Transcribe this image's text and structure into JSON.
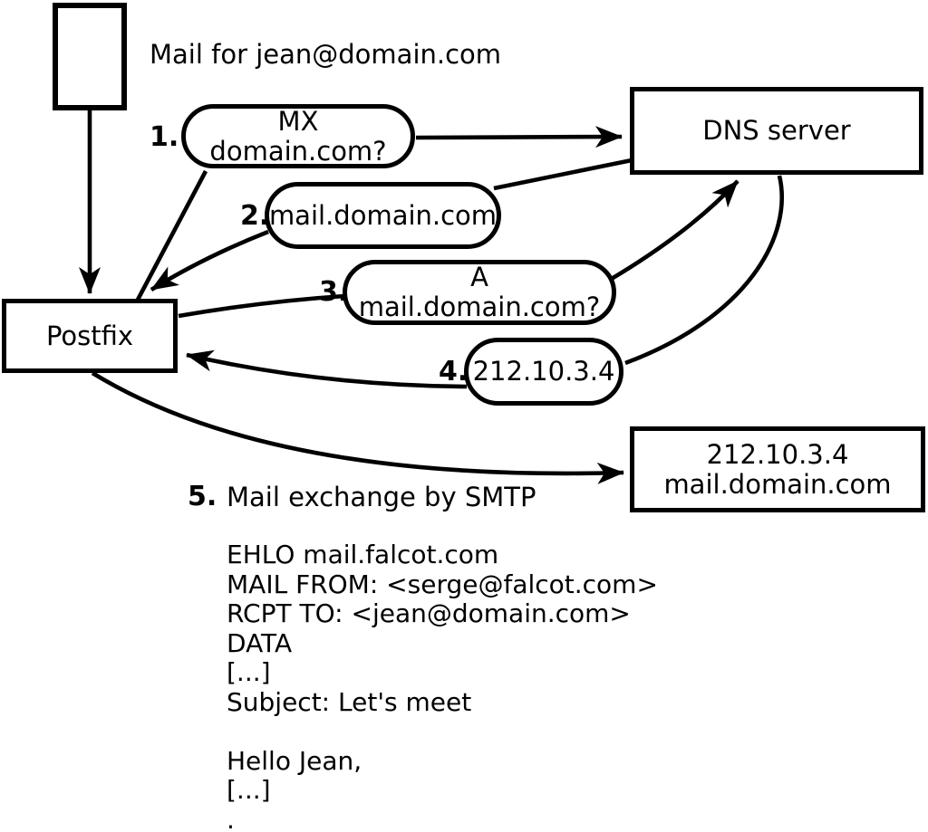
{
  "canvas": {
    "background": "#ffffff",
    "ink": "#000000"
  },
  "caption": "Mail for jean@domain.com",
  "nodes": {
    "postfix": {
      "label": "Postfix"
    },
    "dns": {
      "label": "DNS server"
    },
    "mail_server": {
      "ip": "212.10.3.4",
      "hostname": "mail.domain.com"
    }
  },
  "steps": [
    {
      "num": "1.",
      "label": "MX domain.com?"
    },
    {
      "num": "2.",
      "label": "mail.domain.com"
    },
    {
      "num": "3.",
      "label": "A mail.domain.com?"
    },
    {
      "num": "4.",
      "label": "212.10.3.4"
    },
    {
      "num": "5.",
      "label": "Mail exchange by SMTP"
    }
  ],
  "smtp_session": [
    "EHLO mail.falcot.com",
    "MAIL FROM: <serge@falcot.com>",
    "RCPT TO: <jean@domain.com>",
    "DATA",
    "[...]",
    "Subject: Let's meet",
    "",
    "Hello Jean,",
    "[...]",
    "."
  ]
}
